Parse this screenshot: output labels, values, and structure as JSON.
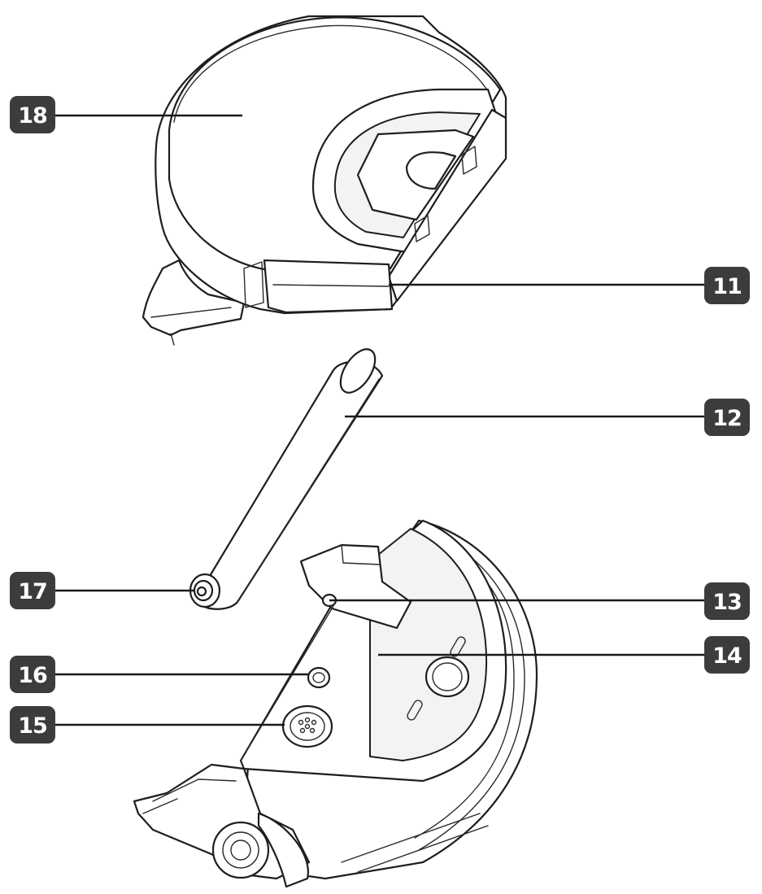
{
  "callouts": {
    "c18": "18",
    "c11": "11",
    "c12": "12",
    "c17": "17",
    "c13": "13",
    "c14": "14",
    "c16": "16",
    "c15": "15"
  },
  "colors": {
    "badge": "#3c3c3c",
    "line": "#1e1e1e",
    "background": "#ffffff"
  }
}
